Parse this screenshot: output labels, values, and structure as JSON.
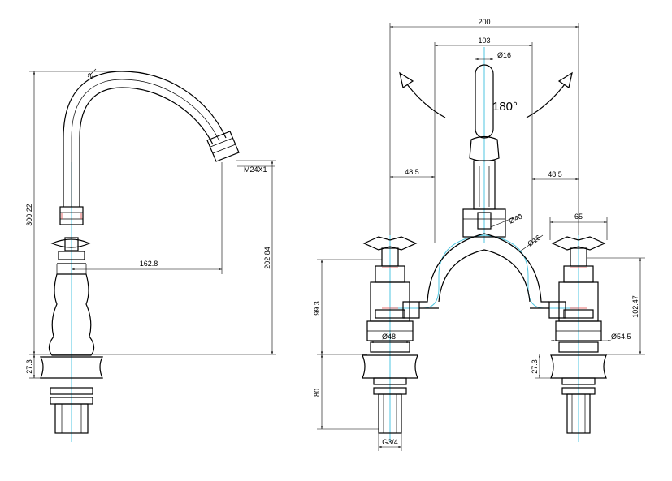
{
  "side_view": {
    "dims": {
      "height_total": "300.22",
      "reach": "162.8",
      "spout_height": "202.84",
      "base_height": "27.3",
      "thread": "M24X1"
    }
  },
  "front_view": {
    "dims": {
      "overall_width": "200",
      "center_distance": "103",
      "spout_dia": "Ø16",
      "rotation": "180°",
      "offset_left": "48.5",
      "offset_right": "48.5",
      "bridge_dia": "Ø40",
      "bridge_tube_dia": "Ø16",
      "handle_span": "65",
      "handle_height_left": "99.3",
      "handle_height_right": "102.47",
      "base_dia_left": "Ø48",
      "base_dia_right": "Ø54.5",
      "base_height": "27.3",
      "tail_length": "80",
      "tail_thread": "G3/4"
    }
  }
}
